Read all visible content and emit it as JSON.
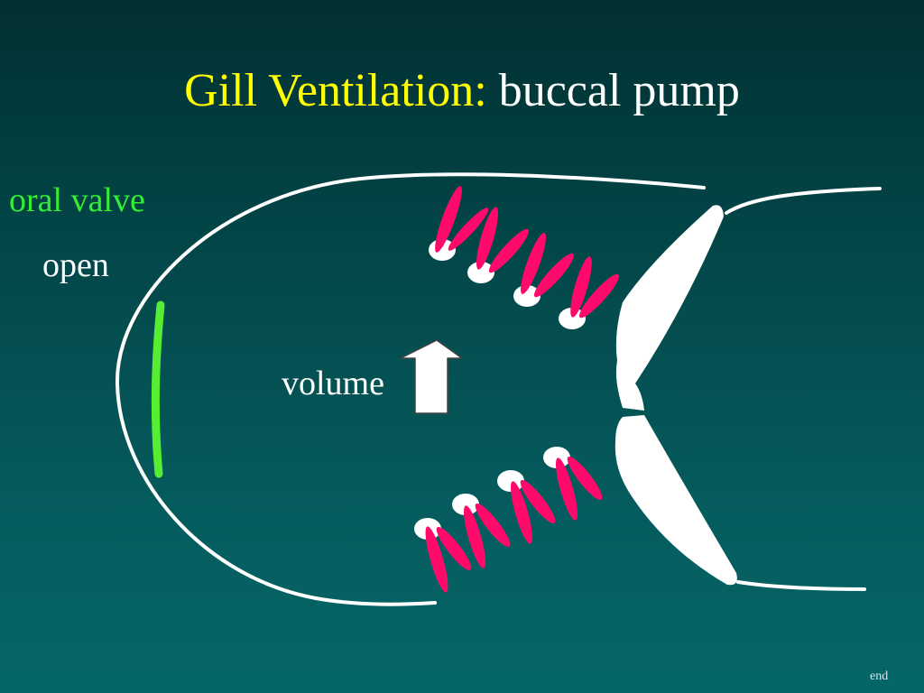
{
  "slide": {
    "title_main": "Gill Ventilation:",
    "title_sub": " buccal pump",
    "oral_valve_label": "oral valve",
    "valve_state": "open",
    "volume_label": "volume",
    "end_link": "end"
  },
  "colors": {
    "background_top": "#023032",
    "background_bottom": "#066667",
    "title_main": "#ffff00",
    "title_sub": "#ffffff",
    "oral_valve": "#55ee33",
    "gill_filament": "#ff0a6a",
    "outline": "#ffffff"
  },
  "icons": {
    "volume_change": "up-arrow-icon"
  }
}
